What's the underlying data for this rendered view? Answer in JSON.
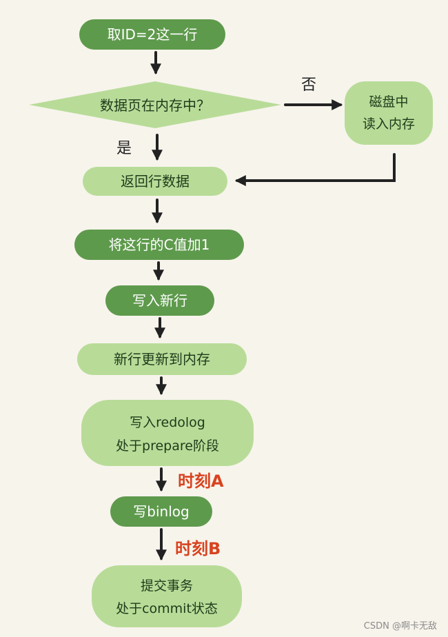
{
  "colors": {
    "background": "#f7f4ec",
    "dark_green": "#5e9a4c",
    "light_green": "#b8dc98",
    "arrow": "#222222",
    "label_red": "#d8431f",
    "text_dark": "#1f3a1a",
    "text_light": "#ffffff",
    "watermark": "#8a8a8a"
  },
  "nodes": {
    "fetch_row": "取ID=2这一行",
    "in_memory_question": "数据页在内存中？",
    "disk_read_line1": "磁盘中",
    "disk_read_line2": "读入内存",
    "return_row": "返回行数据",
    "add_one": "将这行的C值加1",
    "write_new_row": "写入新行",
    "update_memory": "新行更新到内存",
    "redolog_line1": "写入redolog",
    "redolog_line2": "处于prepare阶段",
    "binlog": "写binlog",
    "commit_line1": "提交事务",
    "commit_line2": "处于commit状态"
  },
  "edges": {
    "no_label": "否",
    "yes_label": "是",
    "moment_a": "时刻A",
    "moment_b": "时刻B"
  },
  "watermark": "CSDN @啊卡无敌"
}
